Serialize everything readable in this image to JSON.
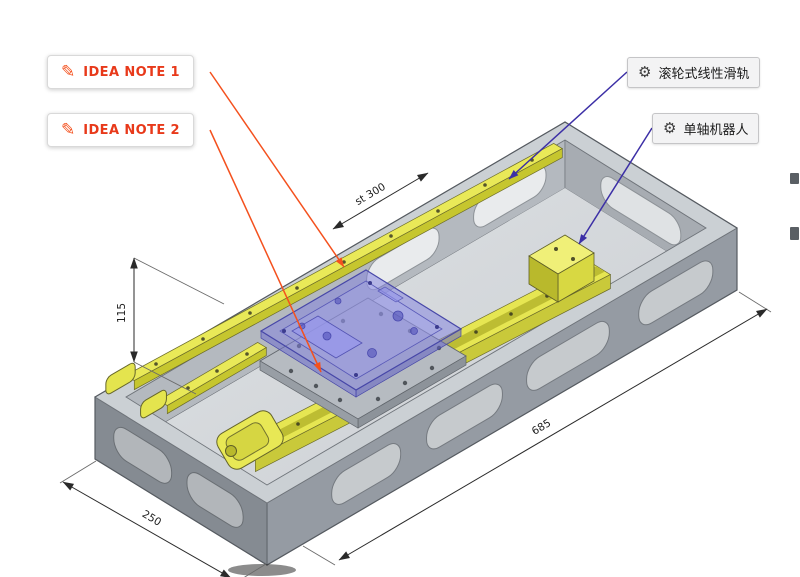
{
  "annotations": {
    "idea_notes": [
      {
        "label": "IDEA NOTE 1"
      },
      {
        "label": "IDEA NOTE 2"
      }
    ],
    "part_labels": [
      {
        "label": "滚轮式线性滑轨"
      },
      {
        "label": "单轴机器人"
      }
    ]
  },
  "dimensions": {
    "height": "115",
    "travel": "st 300",
    "length": "685",
    "width": "250"
  },
  "icons": {
    "pencil_glyph": "✎",
    "gear_glyph": "⚙"
  },
  "colors": {
    "accent_orange": "#f4511e",
    "note_text_red": "#e8391a",
    "leader_blue": "#3c2fa6",
    "part_yellow": "#e6e652",
    "table_purple": "#8080e0",
    "frame_gray": "#959ba3"
  }
}
